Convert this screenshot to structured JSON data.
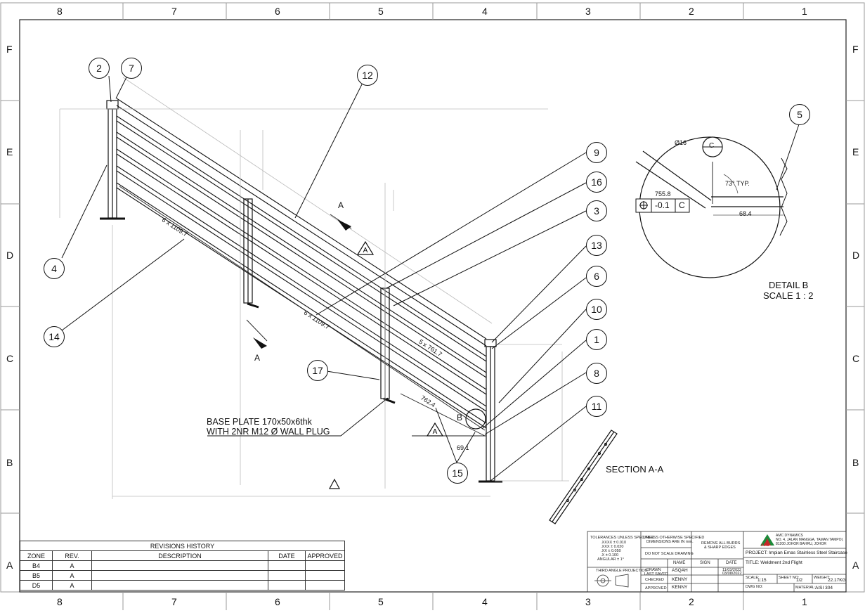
{
  "border": {
    "columns": [
      "8",
      "7",
      "6",
      "5",
      "4",
      "3",
      "2",
      "1"
    ],
    "rows": [
      "F",
      "E",
      "D",
      "C",
      "B",
      "A"
    ]
  },
  "callouts": [
    "1",
    "2",
    "3",
    "4",
    "5",
    "6",
    "7",
    "8",
    "9",
    "10",
    "11",
    "12",
    "13",
    "14",
    "15",
    "16",
    "17"
  ],
  "notes": {
    "base_plate_line1": "BASE PLATE 170x50x6thk",
    "base_plate_line2": "WITH 2NR M12 Ø WALL PLUG",
    "section_marker": "A",
    "section_view": "SECTION A-A",
    "detail_title": "DETAIL B",
    "detail_scale": "SCALE 1 : 2",
    "detail_marker": "B"
  },
  "dimensions": {
    "rail_top": "6 x 1109.7",
    "rail_mid": "6 x 1109.7",
    "rail_lower": "5 x 761.7",
    "rail_bottom": "762.4",
    "offset": "69.1",
    "detail_diameter": "Ø16",
    "detail_angle": "73° TYP.",
    "detail_len1": "755.8",
    "detail_len2": "68.4",
    "tolerance": "-0.1",
    "datum": "C"
  },
  "revisions": {
    "title": "REVISIONS HISTORY",
    "headers": [
      "ZONE",
      "REV.",
      "DESCRIPTION",
      "DATE",
      "APPROVED"
    ],
    "rows": [
      [
        "B4",
        "A",
        "",
        "",
        ""
      ],
      [
        "B5",
        "A",
        "",
        "",
        ""
      ],
      [
        "D5",
        "A",
        "",
        "",
        ""
      ]
    ]
  },
  "titleblock": {
    "tolerances": [
      "TOLERANCES UNLESS SPECIFIED",
      ".XXXX ± 0.010",
      ".XXX ± 0.020",
      ".XX ± 0.050",
      ".X ± 0.100",
      "ANGULAR ± 1°"
    ],
    "units": [
      "UNLESS OTHERWISE SPECIFIED",
      "DIMENSIONS ARE IN mm."
    ],
    "do_not_scale": "DO NOT SCALE DRAWING",
    "burrs": [
      "REMOVE ALL BURRS",
      "& SHARP EDGES"
    ],
    "projection": "THIRD ANGLE PROJECTION",
    "col_name": "NAME",
    "col_sign": "SIGN",
    "col_date": "DATE",
    "drawn_label": "DRAWN",
    "drawn_name": "ASQAH",
    "saved_label": "LAST SAVED",
    "checked_label": "CHECKED",
    "checked_name": "KENNY",
    "approved_label": "APPROVED",
    "approved_name": "KENNY",
    "date1": "11/03/2022",
    "date2": "03/08/2022",
    "company": [
      "AMC DYNAMICS",
      "NO. 4, JALAN MANGGA, TAMAN TAMPOI,",
      "81200 JOHOR BAHRU, JOHOR"
    ],
    "logo_text": "AMC",
    "project": "PROJECT: Impian Emas Stainless Steel Staircase",
    "title": "TITLE:  Weldment 2nd Flight",
    "scale_label": "SCALE:",
    "scale": "1:15",
    "sheet_label": "SHEET NO:",
    "sheet": "1/2",
    "weight_label": "WEIGHT:",
    "weight": "22.17KG",
    "dwg_label": "DWG NO:",
    "material_label": "MATERIAL:",
    "material": "AISI 304"
  }
}
